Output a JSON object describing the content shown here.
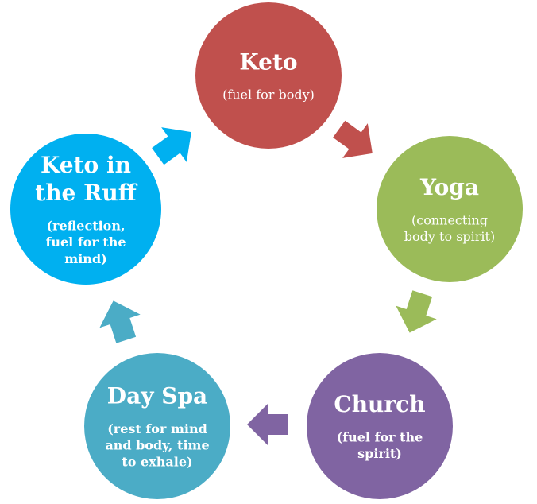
{
  "nodes": [
    {
      "key": "keto",
      "title_lines": [
        "Keto"
      ],
      "sub_lines": [
        "(fuel for body)"
      ],
      "color": "#c0504d"
    },
    {
      "key": "yoga",
      "title_lines": [
        "Yoga"
      ],
      "sub_lines": [
        "(connecting",
        "body to spirit)"
      ],
      "color": "#9bbb59"
    },
    {
      "key": "church",
      "title_lines": [
        "Church"
      ],
      "sub_lines": [
        "(fuel for the",
        "spirit)"
      ],
      "color": "#8064a2"
    },
    {
      "key": "day-spa",
      "title_lines": [
        "Day Spa"
      ],
      "sub_lines": [
        "(rest for mind",
        "and body, time",
        "to exhale)"
      ],
      "color": "#4bacc6"
    },
    {
      "key": "keto-in-the-ruff",
      "title_lines": [
        "Keto in",
        "the Ruff"
      ],
      "sub_lines": [
        "(reflection,",
        "fuel for the",
        "mind)"
      ],
      "color": "#00b0f0"
    }
  ],
  "arrows": [
    {
      "from": "keto",
      "to": "yoga",
      "color": "#c0504d"
    },
    {
      "from": "yoga",
      "to": "church",
      "color": "#9bbb59"
    },
    {
      "from": "church",
      "to": "day-spa",
      "color": "#8064a2"
    },
    {
      "from": "day-spa",
      "to": "keto-in-the-ruff",
      "color": "#4bacc6"
    },
    {
      "from": "keto-in-the-ruff",
      "to": "keto",
      "color": "#00b0f0"
    }
  ]
}
